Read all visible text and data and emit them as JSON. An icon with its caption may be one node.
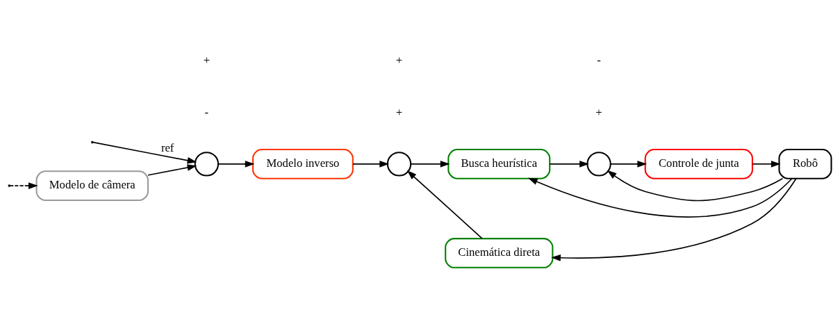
{
  "diagram": {
    "nodes": [
      {
        "text": [
          "Modelo de câmera"
        ]
      },
      {
        "text": [],
        "shape": "circle"
      },
      {
        "text": [
          "Modelo inverso"
        ]
      },
      {
        "text": [],
        "shape": "circle"
      },
      {
        "text": [
          "Busca heurística"
        ]
      },
      {
        "text": [],
        "shape": "circle"
      },
      {
        "text": [
          "Controle de junta"
        ]
      },
      {
        "text": [
          "Robô"
        ]
      },
      {
        "text": [
          "Cinemática direta"
        ]
      }
    ],
    "edges": [
      {
        "from": null,
        "to": 1,
        "arrow": "to",
        "label": "ref"
      },
      {
        "from": 0,
        "to": 1,
        "arrow": "to"
      },
      {
        "from": 1,
        "to": 2,
        "arrow": "to"
      },
      {
        "from": 2,
        "to": 3,
        "arrow": "to"
      },
      {
        "from": 3,
        "to": 4,
        "arrow": "to"
      },
      {
        "from": 4,
        "to": 5,
        "arrow": "to"
      },
      {
        "from": 5,
        "to": 6,
        "arrow": "to"
      },
      {
        "from": 6,
        "to": 7,
        "arrow": "to"
      },
      {
        "from": 7,
        "to": 8,
        "arrow": "to"
      },
      {
        "from": 7,
        "to": 4,
        "arrow": "to"
      },
      {
        "from": 7,
        "to": 5,
        "arrow": "to"
      },
      {
        "from": 8,
        "to": 3,
        "arrow": "to"
      },
      {
        "from": null,
        "to": 0,
        "arrow": "to",
        "style": "dashed"
      }
    ],
    "labels": [
      "-",
      "+",
      "+",
      "+",
      "+",
      "-"
    ]
  }
}
